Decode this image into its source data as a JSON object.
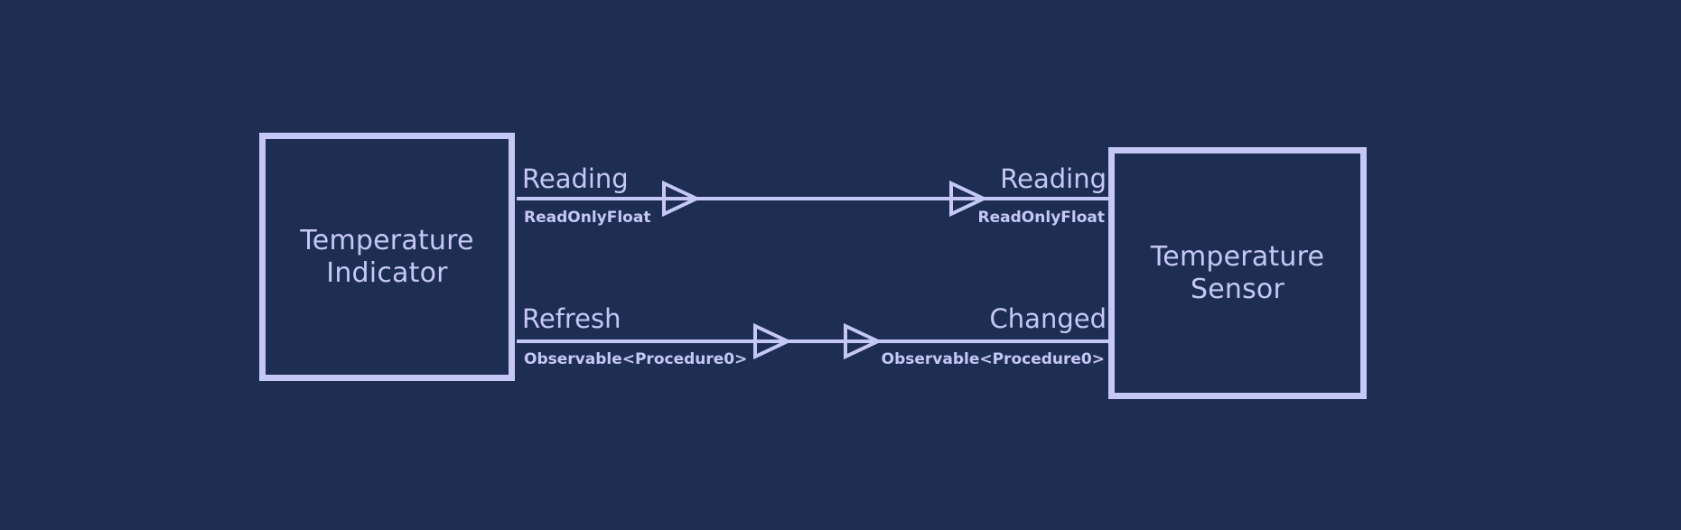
{
  "diagram": {
    "type": "component-connection-diagram",
    "background_color": "#1e2e52",
    "stroke_color": "#c5c8f7",
    "components": [
      {
        "id": "temperature-indicator",
        "label": "Temperature\nIndicator",
        "side": "left"
      },
      {
        "id": "temperature-sensor",
        "label": "Temperature\nSensor",
        "side": "right"
      }
    ],
    "connections": [
      {
        "id": "reading-connection",
        "source_port": {
          "name": "Reading",
          "type": "ReadOnlyFloat",
          "component": "temperature-indicator"
        },
        "target_port": {
          "name": "Reading",
          "type": "ReadOnlyFloat",
          "component": "temperature-sensor"
        },
        "direction": "right",
        "arrowhead_count": 2,
        "arrowhead_style": "hollow-triangle"
      },
      {
        "id": "refresh-changed-connection",
        "source_port": {
          "name": "Refresh",
          "type": "Observable<Procedure0>",
          "component": "temperature-indicator"
        },
        "target_port": {
          "name": "Changed",
          "type": "Observable<Procedure0>",
          "component": "temperature-sensor"
        },
        "direction": "right",
        "arrowhead_count": 2,
        "arrowhead_style": "hollow-triangle"
      }
    ]
  }
}
